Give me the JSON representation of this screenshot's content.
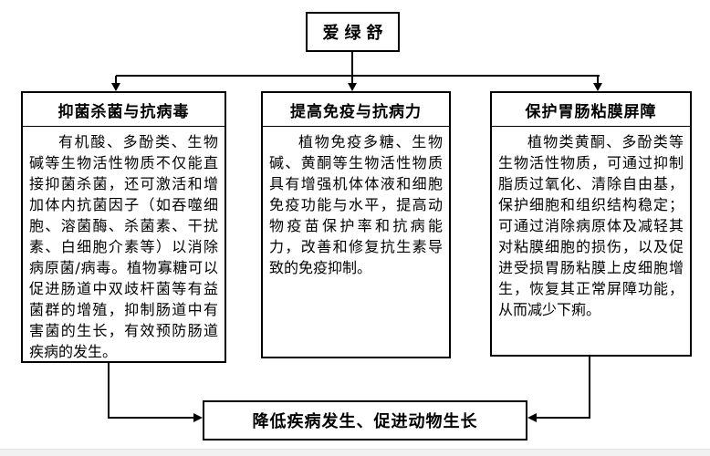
{
  "diagram": {
    "root": {
      "label": "爱绿舒"
    },
    "branches": [
      {
        "title": "抑菌杀菌与抗病毒",
        "body": "有机酸、多酚类、生物碱等生物活性物质不仅能直接抑菌杀菌，还可激活和增加体内抗菌因子（如吞噬细胞、溶菌酶、杀菌素、干扰素、白细胞介素等）以消除病原菌/病毒。植物寡糖可以促进肠道中双歧杆菌等有益菌群的增殖，抑制肠道中有害菌的生长，有效预防肠道疾病的发生。"
      },
      {
        "title": "提高免疫与抗病力",
        "body": "植物免疫多糖、生物碱、黄酮等生物活性物质具有增强机体体液和细胞免疫功能与水平，提高动物疫苗保护率和抗病能力，改善和修复抗生素导致的免疫抑制。"
      },
      {
        "title": "保护胃肠粘膜屏障",
        "body": "植物类黄酮、多酚类等生物活性物质，可通过抑制脂质过氧化、清除自由基，保护细胞和组织结构稳定；可通过消除病原体及减轻其对粘膜细胞的损伤，以及促进受损胃肠粘膜上皮细胞增生，恢复其正常屏障功能，从而减少下痢。"
      }
    ],
    "outcome": {
      "label": "降低疾病发生、促进动物生长"
    },
    "colors": {
      "line": "#000000",
      "background": "#ffffff",
      "footer_bar": "#f1f1f1"
    }
  }
}
